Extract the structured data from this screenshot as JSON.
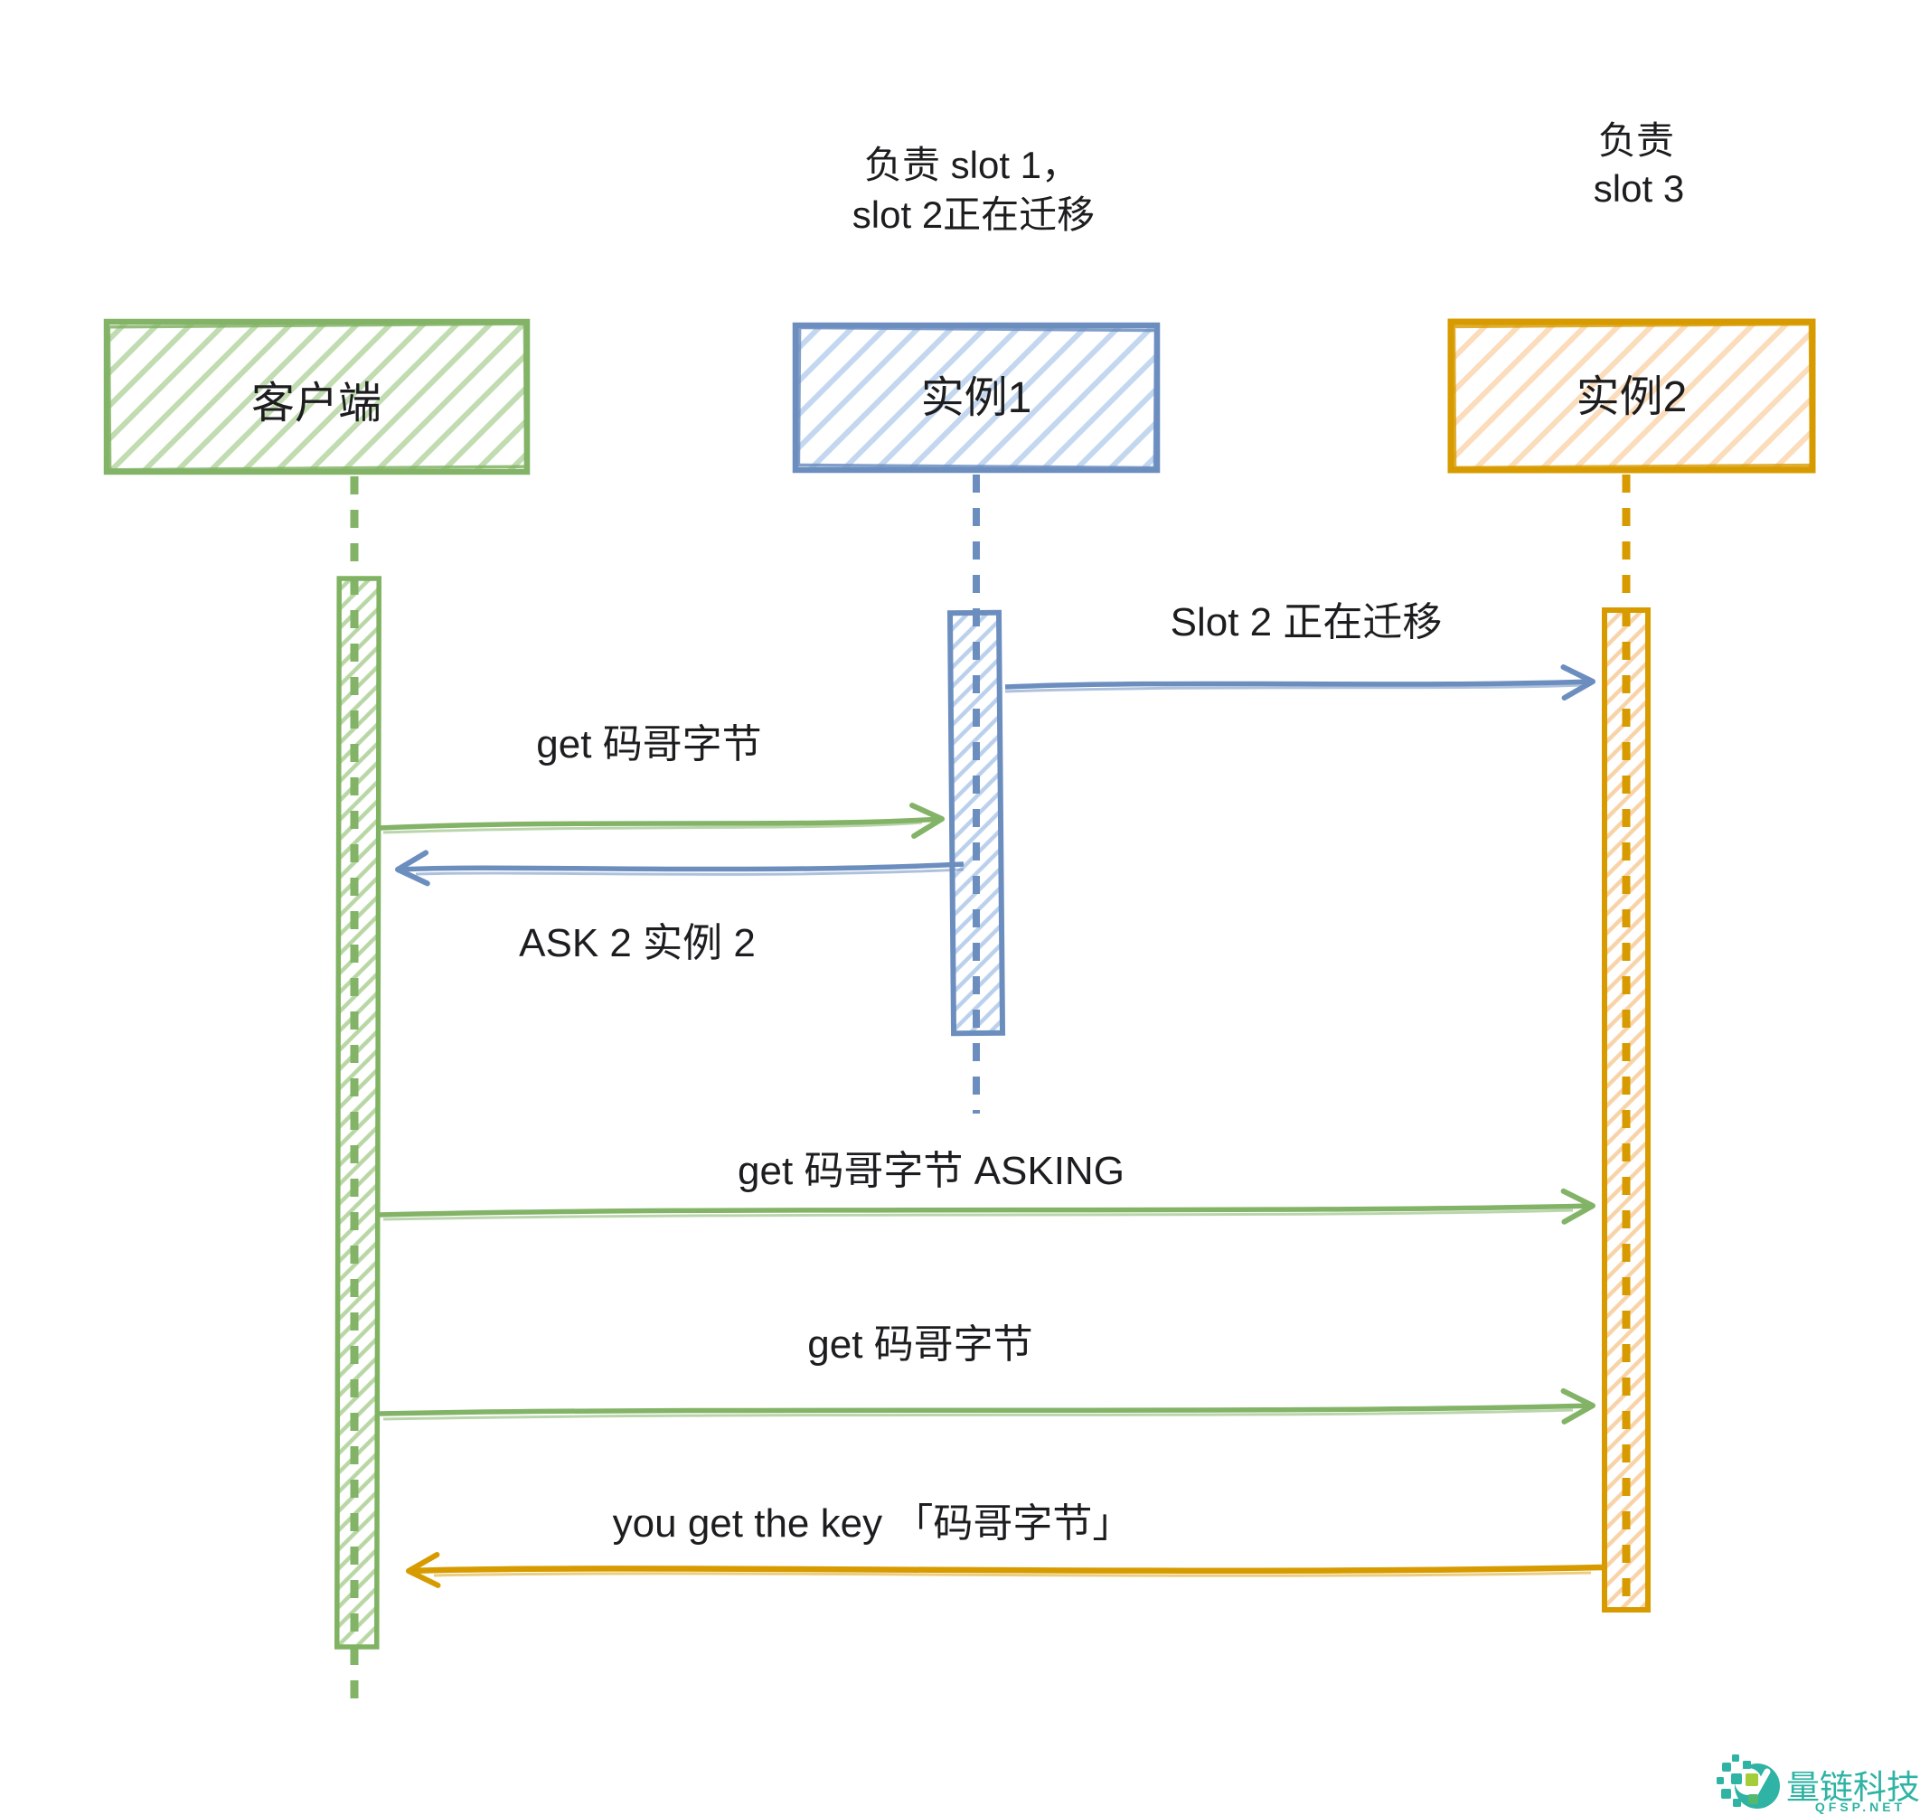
{
  "diagram": {
    "title_notes": {
      "instance1_role_line1": "负责 slot 1，",
      "instance1_role_line2": "slot 2正在迁移",
      "instance2_role_line1": "负责",
      "instance2_role_line2": "slot 3"
    },
    "actors": [
      {
        "id": "client",
        "label": "客户端",
        "color": "#82b366",
        "fill_hatch": "#c1dcb0"
      },
      {
        "id": "instance1",
        "label": "实例1",
        "color": "#6c8ebf",
        "fill_hatch": "#c3d7f0"
      },
      {
        "id": "instance2",
        "label": "实例2",
        "color": "#d79b00",
        "fill_hatch": "#fbdcbb"
      }
    ],
    "messages": [
      {
        "label": "Slot 2 正在迁移",
        "from": "instance1",
        "to": "instance2",
        "color": "#6c8ebf"
      },
      {
        "label": "get 码哥字节",
        "from": "client",
        "to": "instance1",
        "color": "#82b366"
      },
      {
        "label": "ASK 2 实例 2",
        "from": "instance1",
        "to": "client",
        "color": "#6c8ebf"
      },
      {
        "label": "get 码哥字节 ASKING",
        "from": "client",
        "to": "instance2",
        "color": "#82b366"
      },
      {
        "label": "get 码哥字节",
        "from": "client",
        "to": "instance2",
        "color": "#82b366"
      },
      {
        "label": "you get the key 「码哥字节」",
        "from": "instance2",
        "to": "client",
        "color": "#d79b00"
      }
    ]
  },
  "watermark": {
    "brand": "量链科技",
    "domain": "QFSP.NET",
    "icon": "pixel-circle-logo-icon",
    "color": "#2fb3a4",
    "accent": "#a3cd39"
  },
  "colors": {
    "text": "#1d1d1f",
    "client_green": "#82b366",
    "instance1_blue": "#6c8ebf",
    "instance2_orange": "#d79b00"
  }
}
